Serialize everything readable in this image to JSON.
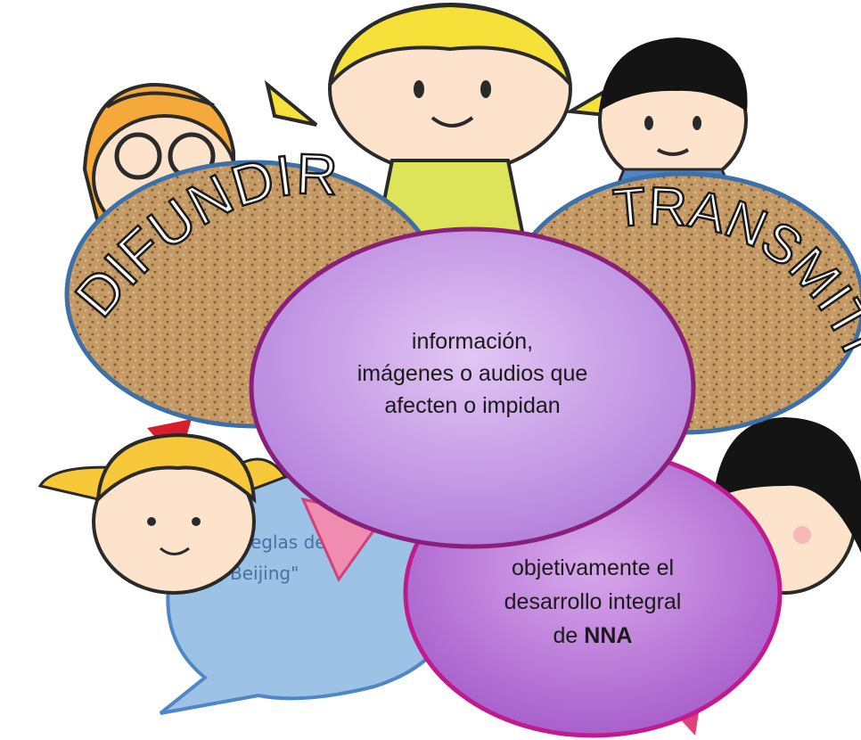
{
  "word_left": "DIFUNDIR",
  "word_right": "TRANSMITIR",
  "center_lines": [
    "información,",
    "imágenes o audios que",
    "afecten o impidan"
  ],
  "bottom_lines": [
    "objetivamente el",
    "desarrollo integral"
  ],
  "bottom_last_prefix": "de ",
  "bottom_last_bold": "NNA",
  "bubble_text_1": "Reglas de",
  "bubble_text_2": "Beijing\"",
  "colors": {
    "cork": "#c49a66",
    "cork_border": "#3d6fa8",
    "center_fill": "#c79ce6",
    "center_border": "#8a1f7a",
    "bottom_fill": "#c07ed8",
    "bottom_border": "#c01a8c",
    "bubble_blue": "#5b9bd5",
    "pink": "#e0407a",
    "red_shape": "#d81e2a"
  },
  "icons": {
    "kid_glasses": "boy-glasses-icon",
    "kid_blonde": "girl-pigtails-icon",
    "kid_black_hair": "boy-black-hair-icon",
    "kid_left_bottom": "girl-striped-hair-icon",
    "kid_right_bottom": "girl-black-hair-icon"
  }
}
